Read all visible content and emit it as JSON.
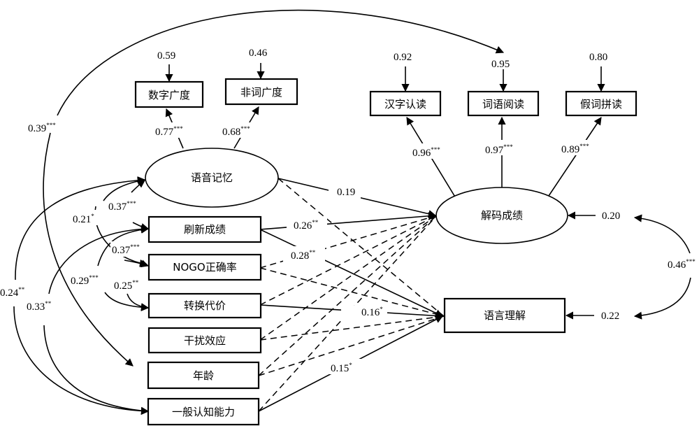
{
  "nodes": {
    "digit_span": {
      "label": "数字广度",
      "error": "0.59"
    },
    "nonword_span": {
      "label": "非词广度",
      "error": "0.46"
    },
    "char_reading": {
      "label": "汉字认读",
      "error": "0.92"
    },
    "word_reading": {
      "label": "词语阅读",
      "error": "0.95"
    },
    "pseudo_reading": {
      "label": "假词拼读",
      "error": "0.80"
    },
    "phon_memory": {
      "label": "语音记忆"
    },
    "decoding": {
      "label": "解码成绩",
      "error": "0.20"
    },
    "updating": {
      "label": "刷新成绩"
    },
    "nogo": {
      "label": "NOGO正确率"
    },
    "switching": {
      "label": "转换代价"
    },
    "interference": {
      "label": "干扰效应"
    },
    "age": {
      "label": "年龄"
    },
    "general_cog": {
      "label": "一般认知能力"
    },
    "comprehension": {
      "label": "语言理解",
      "error": "0.22"
    }
  },
  "loadings": {
    "digit_span": {
      "value": "0.77",
      "sig": "***"
    },
    "nonword_span": {
      "value": "0.68",
      "sig": "***"
    },
    "char_reading": {
      "value": "0.96",
      "sig": "***"
    },
    "word_reading": {
      "value": "0.97",
      "sig": "***"
    },
    "pseudo_reading": {
      "value": "0.89",
      "sig": "***"
    }
  },
  "paths": {
    "memory_decoding": {
      "value": "0.19",
      "sig": ""
    },
    "updating_decoding": {
      "value": "0.26",
      "sig": "**"
    },
    "updating_comprehension": {
      "value": "0.28",
      "sig": "**"
    },
    "switching_comprehension": {
      "value": "0.16",
      "sig": "*"
    },
    "cog_comprehension": {
      "value": "0.15",
      "sig": "*"
    }
  },
  "correlations": {
    "top_arc": {
      "value": "0.39",
      "sig": "***"
    },
    "r_021": {
      "value": "0.21",
      "sig": "*"
    },
    "r_037a": {
      "value": "0.37",
      "sig": "***"
    },
    "r_037b": {
      "value": "0.37",
      "sig": "***"
    },
    "r_029": {
      "value": "0.29",
      "sig": "***"
    },
    "r_025": {
      "value": "0.25",
      "sig": "**"
    },
    "r_024": {
      "value": "0.24",
      "sig": "**"
    },
    "r_033": {
      "value": "0.33",
      "sig": "**"
    },
    "residual_cov": {
      "value": "0.46",
      "sig": "***"
    }
  }
}
